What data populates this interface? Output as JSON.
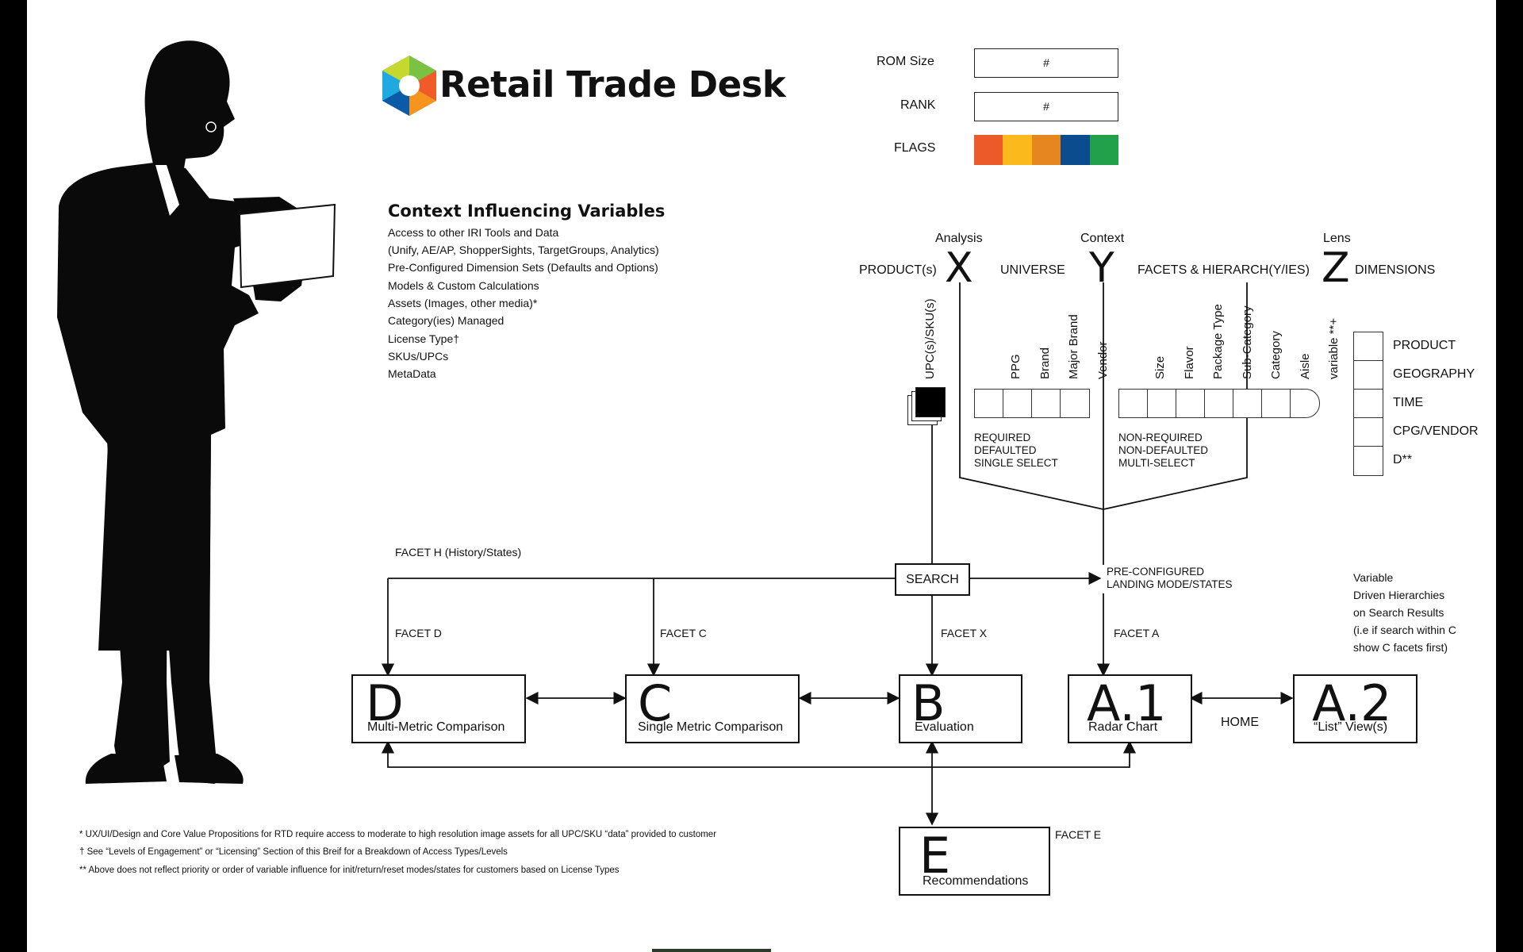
{
  "header": {
    "title": "Retail Trade Desk"
  },
  "fields": {
    "rom_label": "ROM Size",
    "rom_value": "#",
    "rank_label": "RANK",
    "rank_value": "#",
    "flags_label": "FLAGS",
    "flag_colors": [
      "#ec5a2a",
      "#fbb91c",
      "#e6861f",
      "#0b4c8f",
      "#23a04a"
    ]
  },
  "context": {
    "title": "Context Influencing Variables",
    "lines": [
      "Access to other IRI Tools and Data",
      "(Unify, AE/AP, ShopperSights, TargetGroups, Analytics)",
      "Pre-Configured Dimension Sets (Defaults and Options)",
      "Models & Custom Calculations",
      "Assets (Images, other media)*",
      "Category(ies) Managed",
      "License Type†",
      "SKUs/UPCs",
      "MetaData"
    ]
  },
  "axes": {
    "x": {
      "top": "Analysis",
      "letter": "X",
      "left": "PRODUCT(s)",
      "right": "UNIVERSE"
    },
    "y": {
      "top": "Context",
      "letter": "Y",
      "right": "FACETS & HIERARCH(Y/IES)"
    },
    "z": {
      "top": "Lens",
      "letter": "Z",
      "right": "DIMENSIONS"
    }
  },
  "upc_label": "UPC(s)/SKU(s)",
  "required": {
    "facets": [
      "PPG",
      "Brand",
      "Major Brand",
      "Vendor"
    ],
    "lines": [
      "REQUIRED",
      "DEFAULTED",
      "SINGLE SELECT"
    ]
  },
  "nonrequired": {
    "facets": [
      "Size",
      "Flavor",
      "Package Type",
      "Sub-Category",
      "Category",
      "Aisle",
      "variable **+"
    ],
    "lines": [
      "NON-REQUIRED",
      "NON-DEFAULTED",
      "MULTI-SELECT"
    ]
  },
  "dimensions": [
    "PRODUCT",
    "GEOGRAPHY",
    "TIME",
    "CPG/VENDOR",
    "D**"
  ],
  "flow": {
    "facet_h": "FACET H (History/States)",
    "search": "SEARCH",
    "preconfigured": [
      "PRE-CONFIGURED",
      "LANDING MODE/STATES"
    ],
    "facet_d": "FACET D",
    "facet_c": "FACET C",
    "facet_x": "FACET X",
    "facet_a": "FACET A",
    "facet_e": "FACET E",
    "home": "HOME",
    "variable_note": [
      "Variable",
      "Driven Hierarchies",
      "on Search Results",
      "(i.e if search within C",
      "show C facets first)"
    ]
  },
  "boxes": {
    "d": {
      "letter": "D",
      "label": "Multi-Metric Comparison"
    },
    "c": {
      "letter": "C",
      "label": "Single Metric Comparison"
    },
    "b": {
      "letter": "B",
      "label": "Evaluation"
    },
    "a1": {
      "letter": "A.1",
      "label": "Radar Chart"
    },
    "a2": {
      "letter": "A.2",
      "label": "“List” View(s)"
    },
    "e": {
      "letter": "E",
      "label": "Recommendations"
    }
  },
  "footnotes": [
    "* UX/UI/Design and Core Value Propositions for RTD require access to moderate to high resolution image assets for all UPC/SKU “data” provided to customer",
    "† See “Levels of Engagement” or “Licensing” Section of this Breif for a Breakdown of Access Types/Levels",
    "** Above does not reflect priority or order of variable influence for init/return/reset modes/states for customers based on License Types"
  ]
}
